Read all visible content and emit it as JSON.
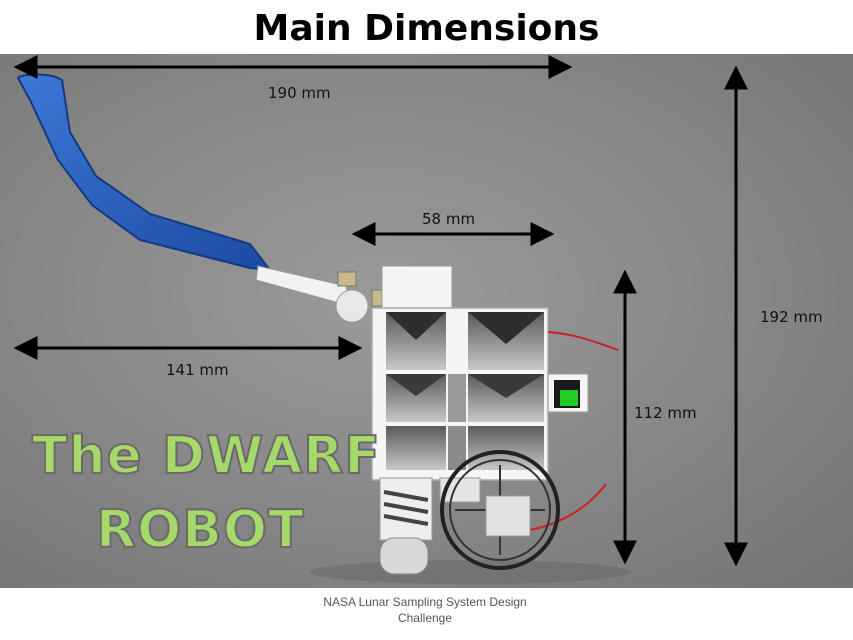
{
  "title": "Main Dimensions",
  "dimensions": {
    "arm_length": "190 mm",
    "body_width": "58 mm",
    "arm_reach": "141 mm",
    "body_height": "112 mm",
    "total_height": "192 mm"
  },
  "robot_name": {
    "line1": "The DWARF",
    "line2": "ROBOT"
  },
  "footer": {
    "line1": "NASA Lunar Sampling System Design",
    "line2": "Challenge"
  },
  "colors": {
    "arm": "#2a5fb8",
    "accent_green": "#22cc22",
    "wire": "#cc2222",
    "brand_text": "#a6d96a"
  }
}
